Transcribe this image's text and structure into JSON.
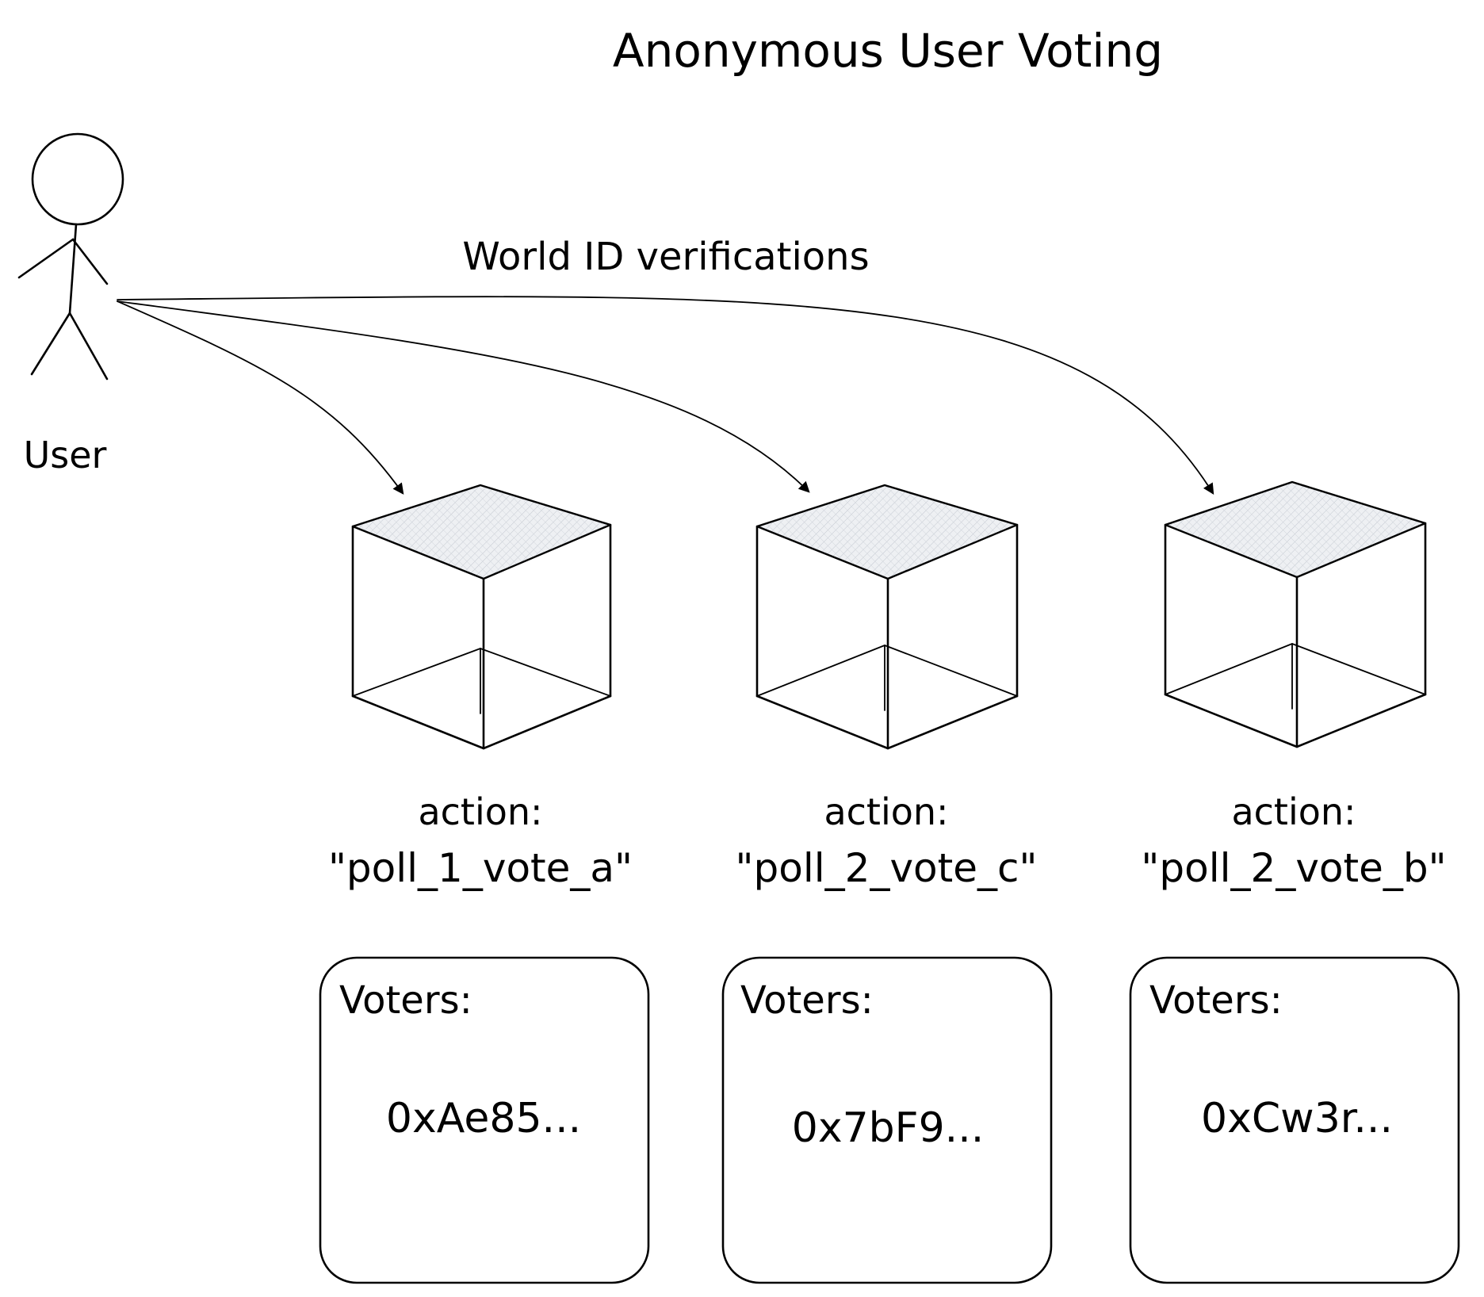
{
  "diagram": {
    "title": "Anonymous User Voting",
    "actor": {
      "label": "User"
    },
    "arrow_label": "World ID verifications",
    "actions": [
      {
        "prefix": "action:",
        "value": "\"poll_1_vote_a\"",
        "voters_heading": "Voters:",
        "voter": "0xAe85..."
      },
      {
        "prefix": "action:",
        "value": "\"poll_2_vote_c\"",
        "voters_heading": "Voters:",
        "voter": "0x7bF9..."
      },
      {
        "prefix": "action:",
        "value": "\"poll_2_vote_b\"",
        "voters_heading": "Voters:",
        "voter": "0xCw3r..."
      }
    ]
  },
  "colors": {
    "ink": "#000000",
    "cube_top_fill": "#e6e9ee",
    "background": "#ffffff"
  },
  "icons": [
    "stick-figure-icon",
    "cube-icon",
    "arrow-icon"
  ]
}
